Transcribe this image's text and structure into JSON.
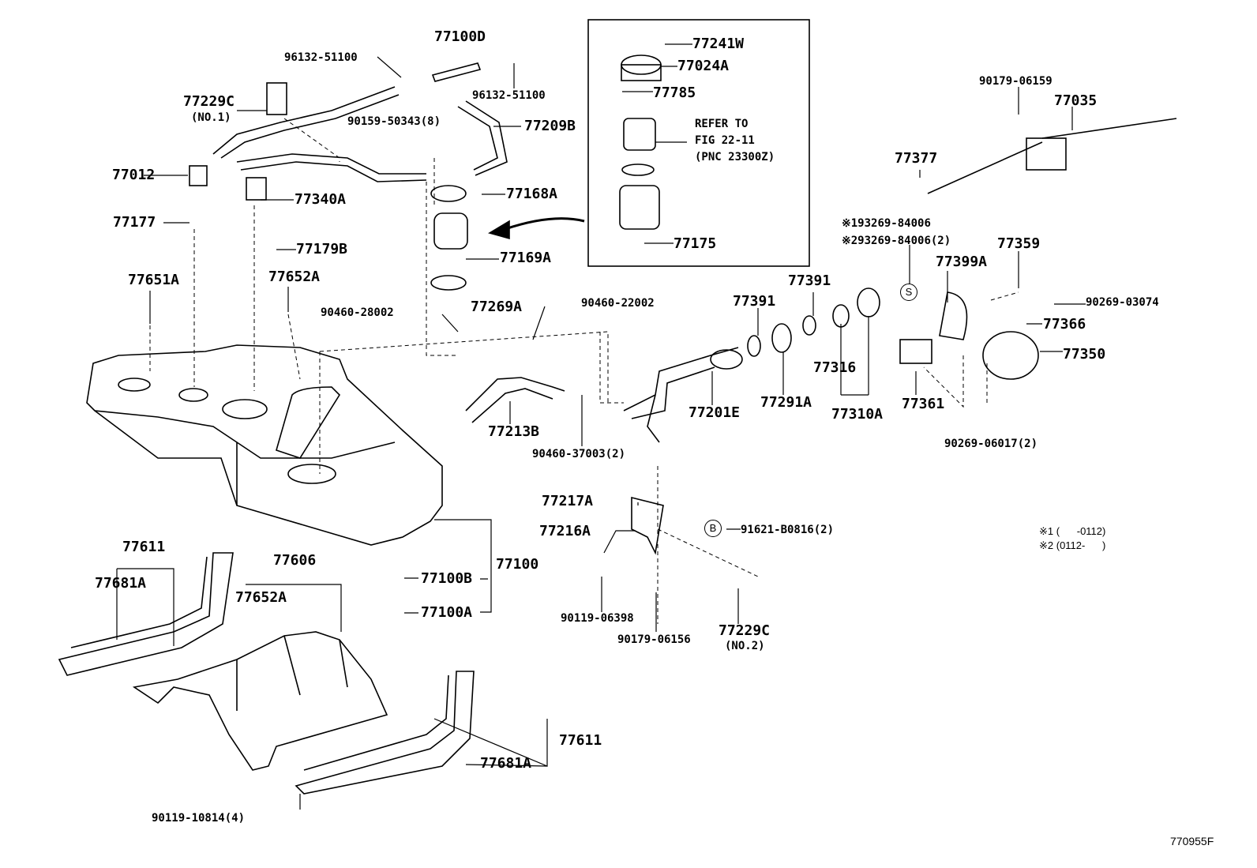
{
  "diagram": {
    "labels": [
      "77100D",
      "96132-51100",
      "96132-51100",
      "77229C",
      "(NO.1)",
      "90159-50343(8)",
      "77209B",
      "77012",
      "77340A",
      "77168A",
      "77177",
      "77179B",
      "77169A",
      "77651A",
      "77652A",
      "90460-28002",
      "77269A",
      "90460-22002",
      "77213B",
      "90460-37003(2)",
      "77201E",
      "77291A",
      "77316",
      "77310A",
      "77391",
      "77391",
      "77361",
      "77350",
      "90269-06017(2)",
      "90269-03074",
      "77366",
      "77359",
      "77399A",
      "※193269-84006",
      "※293269-84006(2)",
      "77377",
      "90179-06159",
      "77035",
      "77241W",
      "77024A",
      "77785",
      "REFER TO",
      "FIG 22-11",
      "(PNC 23300Z)",
      "77175",
      "77217A",
      "77216A",
      "91621-B0816(2)",
      "90119-06398",
      "90179-06156",
      "77229C",
      "(NO.2)",
      "77100",
      "77100B",
      "77100A",
      "77611",
      "77681A",
      "77606",
      "77652A",
      "77611",
      "77681A",
      "90119-10814(4)"
    ],
    "markers": {
      "s": "S",
      "b": "B"
    },
    "notes": [
      "※1 (      -0112)",
      "※2 (0112-      )"
    ],
    "figure_id": "770955F"
  }
}
